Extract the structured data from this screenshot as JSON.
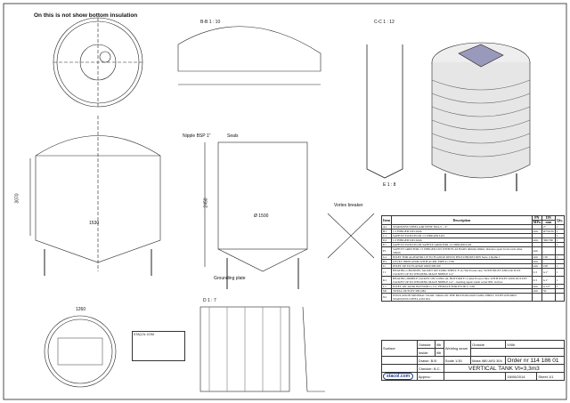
{
  "header": {
    "note": "On this is not show bottom insulation"
  },
  "views": {
    "bb": "B-B 1 : 10",
    "cc": "C-C 1 : 12",
    "e": "E 1 : 8",
    "d": "D 1 : 7",
    "vortex": "Vortex breaker",
    "nipple": "Nipple BSP 1\"",
    "seals": "Seals",
    "grounding": "Grounding plate"
  },
  "dims": {
    "d1530": "1530",
    "d1500": "Ø 1500",
    "h2450": "2450",
    "h3070": "3070",
    "d1260": "1260"
  },
  "parts": {
    "headers": [
      "Item",
      "Description",
      "PN",
      "DN",
      "Qty."
    ],
    "units": [
      "MPa",
      "mm"
    ],
    "rows": [
      [
        "A1",
        "STAINLESS STEEL AIR VENT 50x1,5 – 2\"",
        "-",
        "2\"",
        "1"
      ],
      [
        "B1",
        "1/1 HINGED LID 2mm",
        "atm.",
        "Ø750/30",
        "1"
      ],
      [
        "C1",
        "SAFETY SWITCH ON 1/1 HINGED LID",
        "-",
        "-",
        "1"
      ],
      [
        "D1",
        "1/1 HINGED LID 2mm",
        "atm.",
        "390/760",
        "1"
      ],
      [
        "E1",
        "SAFETY SWITCH ON SAFETY GRID FOR 1/1 HINGED LID",
        "-",
        "-",
        "1"
      ],
      [
        "F1",
        "SAFETY GRID FOR 1/1 HINGED LID WITH FLAT BARS 40mmx10mm, distance apart from each other 50mm",
        "atm",
        "-",
        ""
      ],
      [
        "G1",
        "INLET FOR AGITATOR UP TO FLANGE DN150 PN16 DIN2633 DIN Serie 2 Reihe 1",
        "atm",
        "150",
        "1"
      ],
      [
        "H1",
        "LEVEL INDICATOR WITH ACRIL PIPE h=1740",
        "atm",
        "-",
        ""
      ],
      [
        "I1",
        "INLET UP TO FLANGE Ø200 DN100",
        "atm",
        "100",
        "1"
      ],
      [
        "J1",
        "HEATING CHANNEL JACKET ON TANK SHELL F=4,7m2 Power=kw, WITH INLET AND OUTLET JACKET UP TO WELDING MALE NIPPLE G1\"",
        "0,3",
        "G1\"",
        "1"
      ],
      [
        "K1",
        "HEATING DIMPLE JACKET ON CONICAL BOTTOM F=1,4m2 Power=5kw WITH INLET AND OUTLET JACKET UP TO WELDING MALE NIPPLE G1\" - heating agent warm water 80C in flow",
        "0,3",
        "G1\"",
        "1"
      ],
      [
        "L1",
        "INLET ON TANK BOTTOM G 1/2\" FEMALE FOR PT100 L=100",
        "atm",
        "G1/2\"",
        "1"
      ],
      [
        "M1",
        "TOTAL OUTLET DN1481",
        "atm",
        "50",
        ""
      ],
      [
        "N1",
        "INSULATION MINERAL WOOL 50mm ON THE BOTTOM AND TANK SHELL WITH WELDED STAINLESS STEEL AISI 304",
        "-",
        "",
        ""
      ]
    ]
  },
  "title_block": {
    "surface": "Surface",
    "outside": "Outside",
    "inside": "Inside",
    "surf_out": "IIIb",
    "surf_in": "IIIb",
    "welding": "Welding seam",
    "weld_outside": "Outside",
    "weld_val": "II/IIIb",
    "drawn_label": "Drawn:",
    "drawn": "B.B",
    "checker_label": "Checker:",
    "checker": "B.C.",
    "approved_label": "Approv.:",
    "scale_label": "Scale",
    "scale": "1:30",
    "mass_label": "Mass",
    "mass": "980",
    "material": "AISI 304",
    "order": "Order nr 114 186 01",
    "title": "VERTICAL TANK Vt=3,3m3",
    "date": "18/06/2014",
    "sheet_label": "Sheet",
    "sheet": "1/1",
    "logo": "stacol.com"
  },
  "company": {
    "name": "STAÇOL.COM"
  }
}
